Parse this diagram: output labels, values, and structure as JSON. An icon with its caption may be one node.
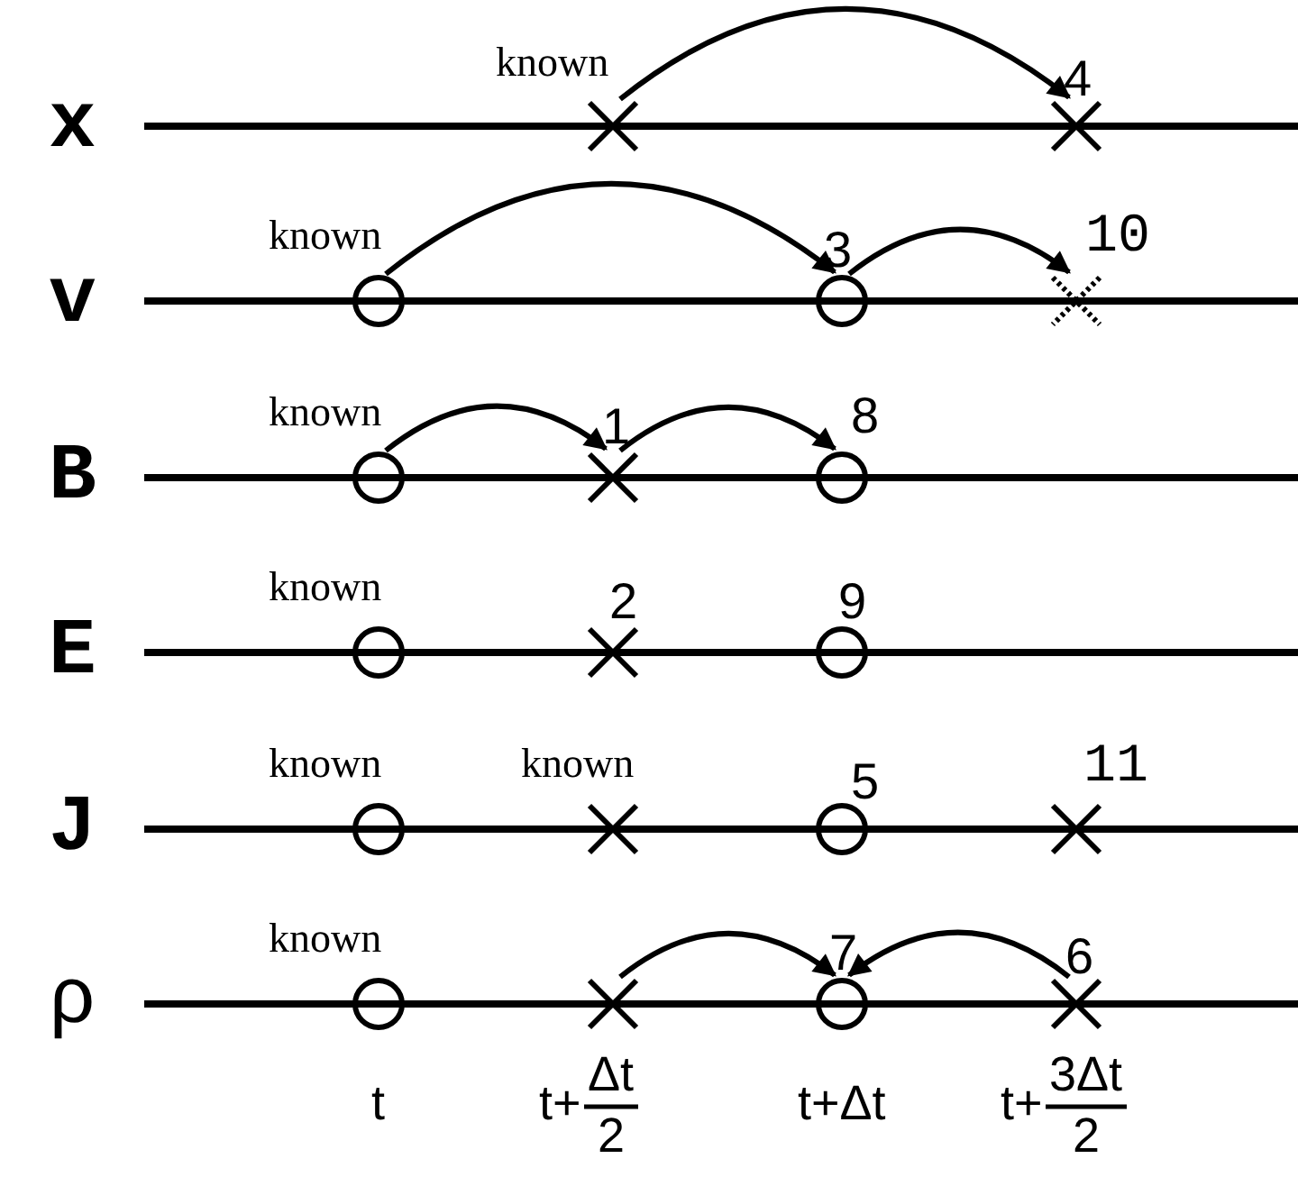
{
  "diagram": {
    "nodes": [
      {
        "text": [],
        "shape": "cross",
        "beside": [
          "known"
        ]
      },
      {
        "text": [],
        "shape": "cross",
        "beside": [
          "4"
        ]
      },
      {
        "text": [],
        "shape": "circle",
        "beside": [
          "known"
        ]
      },
      {
        "text": [],
        "shape": "circle",
        "beside": [
          "3"
        ]
      },
      {
        "text": [],
        "shape": "dotted-cross",
        "beside": [
          "10"
        ]
      },
      {
        "text": [],
        "shape": "circle",
        "beside": [
          "known"
        ]
      },
      {
        "text": [],
        "shape": "cross",
        "beside": [
          "1"
        ]
      },
      {
        "text": [],
        "shape": "circle",
        "beside": [
          "8"
        ]
      },
      {
        "text": [],
        "shape": "circle",
        "beside": [
          "known"
        ]
      },
      {
        "text": [],
        "shape": "cross",
        "beside": [
          "2"
        ]
      },
      {
        "text": [],
        "shape": "circle",
        "beside": [
          "9"
        ]
      },
      {
        "text": [],
        "shape": "circle",
        "beside": [
          "known"
        ]
      },
      {
        "text": [],
        "shape": "cross",
        "beside": [
          "known"
        ]
      },
      {
        "text": [],
        "shape": "circle",
        "beside": [
          "5"
        ]
      },
      {
        "text": [],
        "shape": "cross",
        "beside": [
          "11"
        ]
      },
      {
        "text": [],
        "shape": "circle",
        "beside": [
          "known"
        ]
      },
      {
        "text": [],
        "shape": "cross"
      },
      {
        "text": [],
        "shape": "circle",
        "beside": [
          "7"
        ]
      },
      {
        "text": [],
        "shape": "cross",
        "beside": [
          "6"
        ]
      }
    ],
    "edges": [
      {
        "from": 0,
        "to": 1,
        "arrow": "to"
      },
      {
        "from": 2,
        "to": 3,
        "arrow": "to"
      },
      {
        "from": 3,
        "to": 4,
        "arrow": "to"
      },
      {
        "from": 5,
        "to": 6,
        "arrow": "to"
      },
      {
        "from": 6,
        "to": 7,
        "arrow": "to"
      },
      {
        "from": 16,
        "to": 17,
        "arrow": "to"
      },
      {
        "from": 18,
        "to": 17,
        "arrow": "to"
      }
    ],
    "labels": [
      "x",
      "v",
      "B",
      "E",
      "J",
      "ρ",
      "t",
      "t+",
      "Δt",
      "2",
      "t+Δt",
      "t+",
      "3Δt",
      "2"
    ]
  }
}
